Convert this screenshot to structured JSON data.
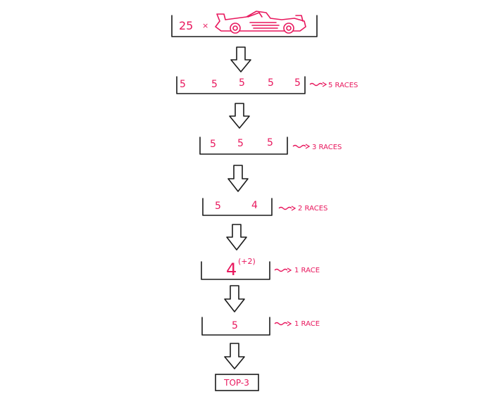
{
  "stages": [
    {
      "values": [
        "25",
        "×"
      ]
    },
    {
      "values": [
        "5",
        "5",
        "5",
        "5",
        "5"
      ],
      "note": "5 RACES"
    },
    {
      "values": [
        "5",
        "5",
        "5"
      ],
      "note": "3 RACES"
    },
    {
      "values": [
        "5",
        "4"
      ],
      "note": "2 RACES"
    },
    {
      "values": [
        "4",
        "(+2)"
      ],
      "note": "1 RACE"
    },
    {
      "values": [
        "5"
      ],
      "note": "1 RACE"
    }
  ],
  "result": "TOP-3",
  "icons": [
    "race-car-icon"
  ],
  "colors": {
    "accent": "#e8175d",
    "ink": "#1a1a1a"
  }
}
